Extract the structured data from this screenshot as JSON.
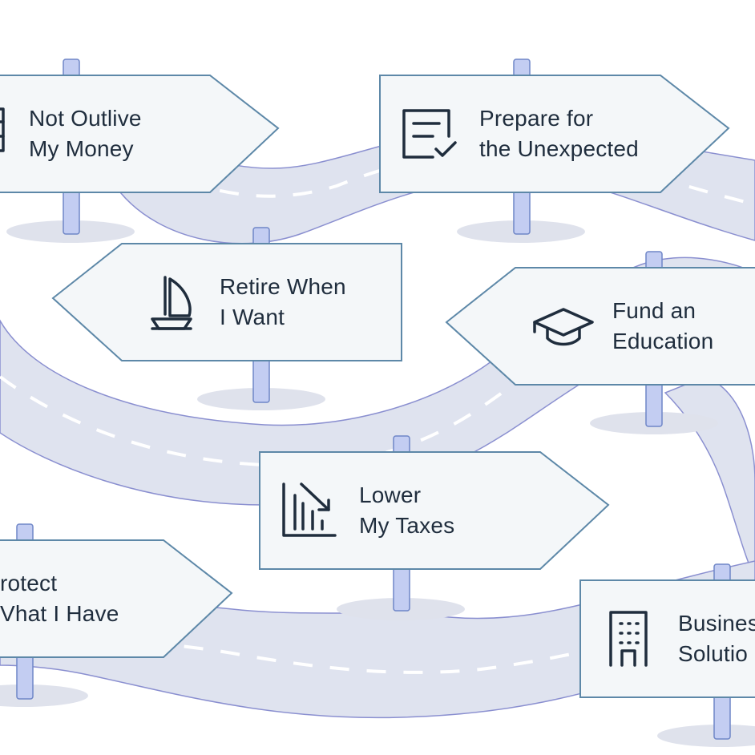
{
  "colors": {
    "road_fill": "#dfe3ef",
    "road_edge": "#8a8fd0",
    "lane_dash": "#ffffff",
    "sign_fill": "#f4f7f9",
    "sign_stroke": "#5d88a8",
    "post_fill": "#c3cdf2",
    "post_stroke": "#6f86c7",
    "shadow": "#dfe2ec",
    "icon_stroke": "#1f2d3d",
    "text": "#1f2d3d"
  },
  "signs": [
    {
      "id": "outlive",
      "line1": "Not Outlive",
      "line2": "My Money",
      "icon": "ledger-icon"
    },
    {
      "id": "unexpected",
      "line1": "Prepare for",
      "line2": "the Unexpected",
      "icon": "checklist-document-icon"
    },
    {
      "id": "retire",
      "line1": "Retire When",
      "line2": "I Want",
      "icon": "sailboat-icon"
    },
    {
      "id": "education",
      "line1": "Fund an",
      "line2": "Education",
      "icon": "graduation-cap-icon"
    },
    {
      "id": "taxes",
      "line1": "Lower",
      "line2": "My Taxes",
      "icon": "declining-chart-icon"
    },
    {
      "id": "protect",
      "line1": "rotect",
      "line2": "Vhat I Have",
      "icon": "shield-icon"
    },
    {
      "id": "business",
      "line1": "Busines",
      "line2": "Solutio",
      "icon": "office-building-icon"
    }
  ]
}
